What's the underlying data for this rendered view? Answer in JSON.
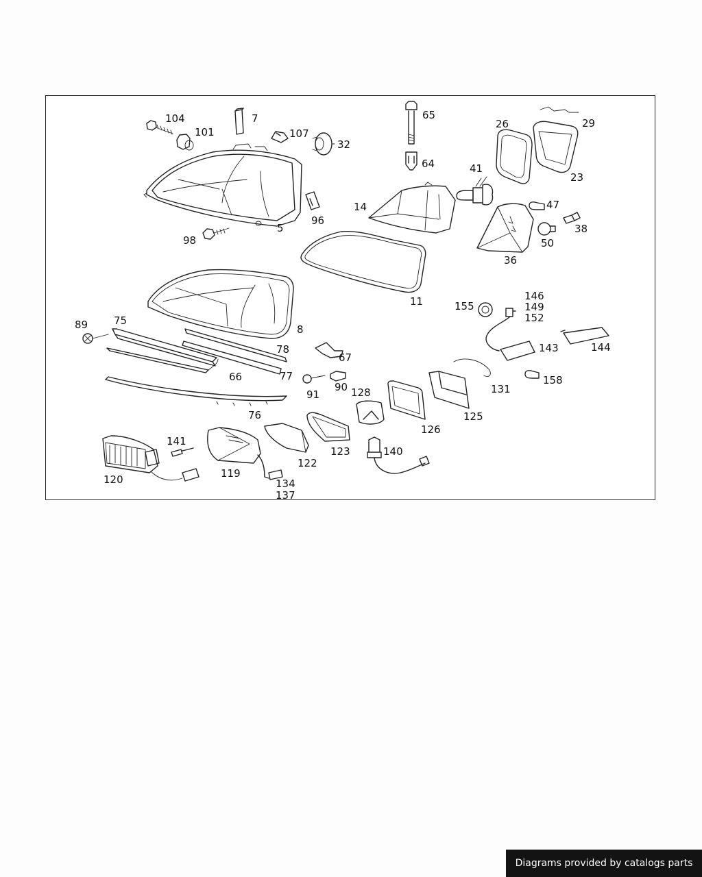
{
  "diagram": {
    "callouts": [
      "104",
      "7",
      "101",
      "107",
      "32",
      "65",
      "26",
      "29",
      "64",
      "23",
      "41",
      "14",
      "47",
      "96",
      "38",
      "5",
      "98",
      "50",
      "36",
      "11",
      "146",
      "149",
      "155",
      "152",
      "8",
      "89",
      "75",
      "144",
      "143",
      "78",
      "67",
      "66",
      "77",
      "158",
      "91",
      "90",
      "131",
      "128",
      "125",
      "126",
      "76",
      "141",
      "123",
      "140",
      "122",
      "119",
      "120",
      "134",
      "137"
    ]
  },
  "footer": {
    "credit": "Diagrams provided by catalogs parts"
  }
}
